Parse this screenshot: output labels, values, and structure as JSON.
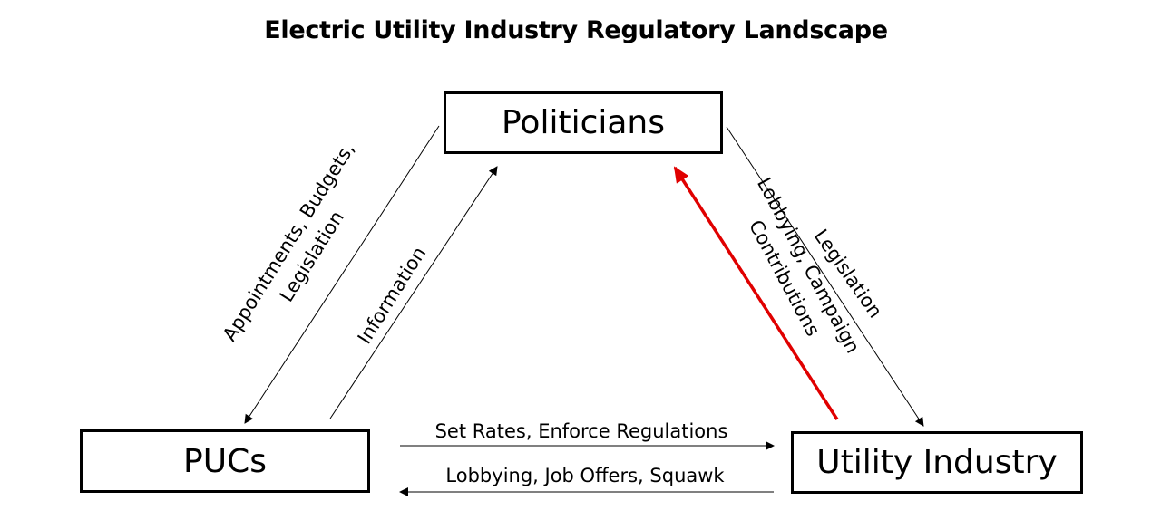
{
  "diagram": {
    "title": "Electric Utility Industry Regulatory Landscape",
    "nodes": {
      "politicians": "Politicians",
      "pucs": "PUCs",
      "utility": "Utility Industry"
    },
    "edges": {
      "politicians_to_pucs": {
        "line1": "Appointments, Budgets,",
        "line2": "Legislation"
      },
      "pucs_to_politicians": {
        "label": "Information"
      },
      "utility_to_politicians": {
        "line1": "Lobbying, Campaign",
        "line2": "Contributions",
        "color": "#e00000"
      },
      "politicians_to_utility": {
        "label": "Legislation"
      },
      "pucs_to_utility": {
        "label": "Set Rates, Enforce Regulations"
      },
      "utility_to_pucs": {
        "label": "Lobbying, Job Offers, Squawk"
      }
    }
  }
}
